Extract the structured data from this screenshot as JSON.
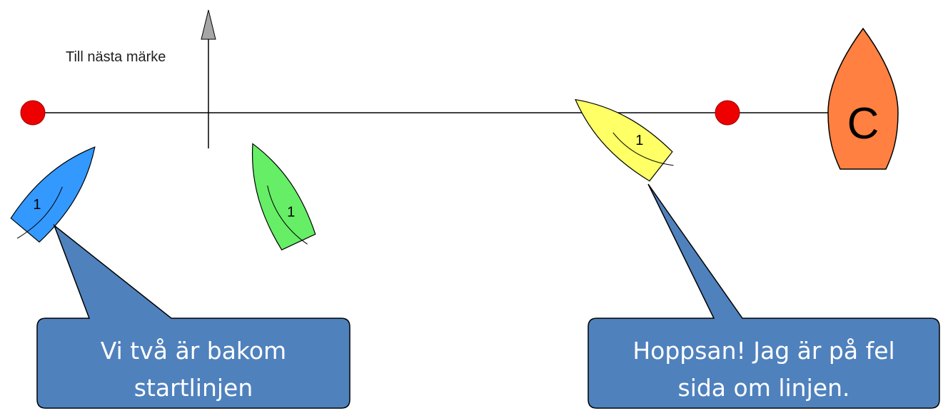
{
  "arrow_label": "Till nästa märke",
  "committee_boat": {
    "letter": "C",
    "color": "#ff8040"
  },
  "boats": [
    {
      "name": "blue",
      "sail_number": "1",
      "color": "#3399ff"
    },
    {
      "name": "green",
      "sail_number": "1",
      "color": "#66ee66"
    },
    {
      "name": "yellow",
      "sail_number": "1",
      "color": "#ffff66"
    }
  ],
  "marks": {
    "color": "#ee0000"
  },
  "callouts": [
    {
      "lines": [
        "Vi två är bakom",
        "startlinjen"
      ],
      "color": "#4f81bd"
    },
    {
      "lines": [
        "Hoppsan! Jag är på fel",
        "sida om linjen."
      ],
      "color": "#4f81bd"
    }
  ]
}
